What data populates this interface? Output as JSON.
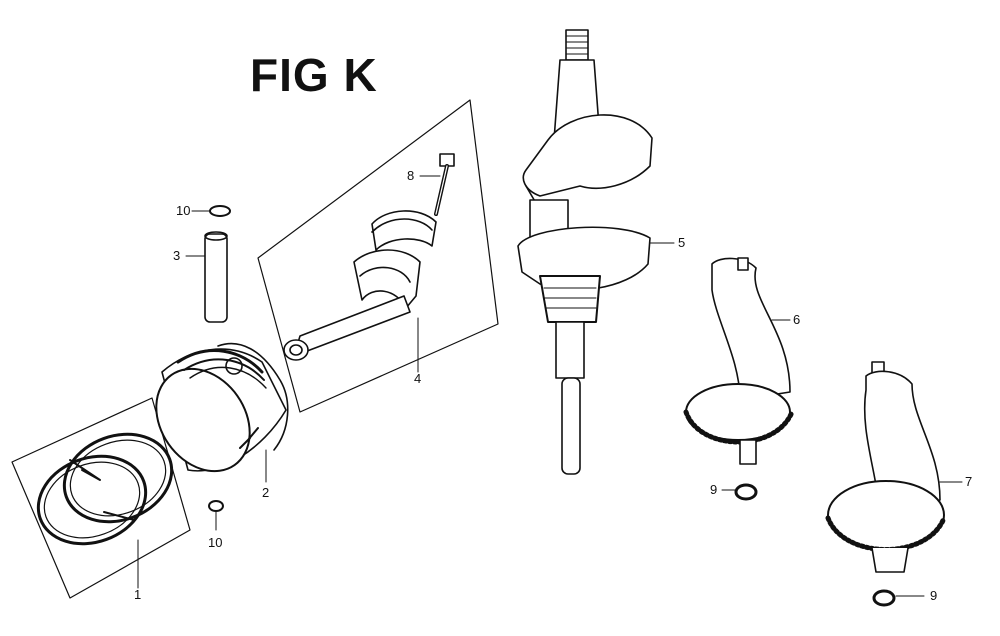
{
  "title": "FIG K",
  "callouts": [
    {
      "key": "rings",
      "text": "1"
    },
    {
      "key": "piston",
      "text": "2"
    },
    {
      "key": "pin",
      "text": "3"
    },
    {
      "key": "rod-kit",
      "text": "4"
    },
    {
      "key": "crankshaft",
      "text": "5"
    },
    {
      "key": "camshaft",
      "text": "6"
    },
    {
      "key": "governor",
      "text": "7"
    },
    {
      "key": "bolt",
      "text": "8"
    },
    {
      "key": "washer-left",
      "text": "9"
    },
    {
      "key": "washer-right",
      "text": "9"
    },
    {
      "key": "clip-top",
      "text": "10"
    },
    {
      "key": "clip-bottom",
      "text": "10"
    }
  ],
  "colors": {
    "ink": "#111111",
    "part_fill": "#ffffff",
    "shade": "#dcdcdc"
  }
}
